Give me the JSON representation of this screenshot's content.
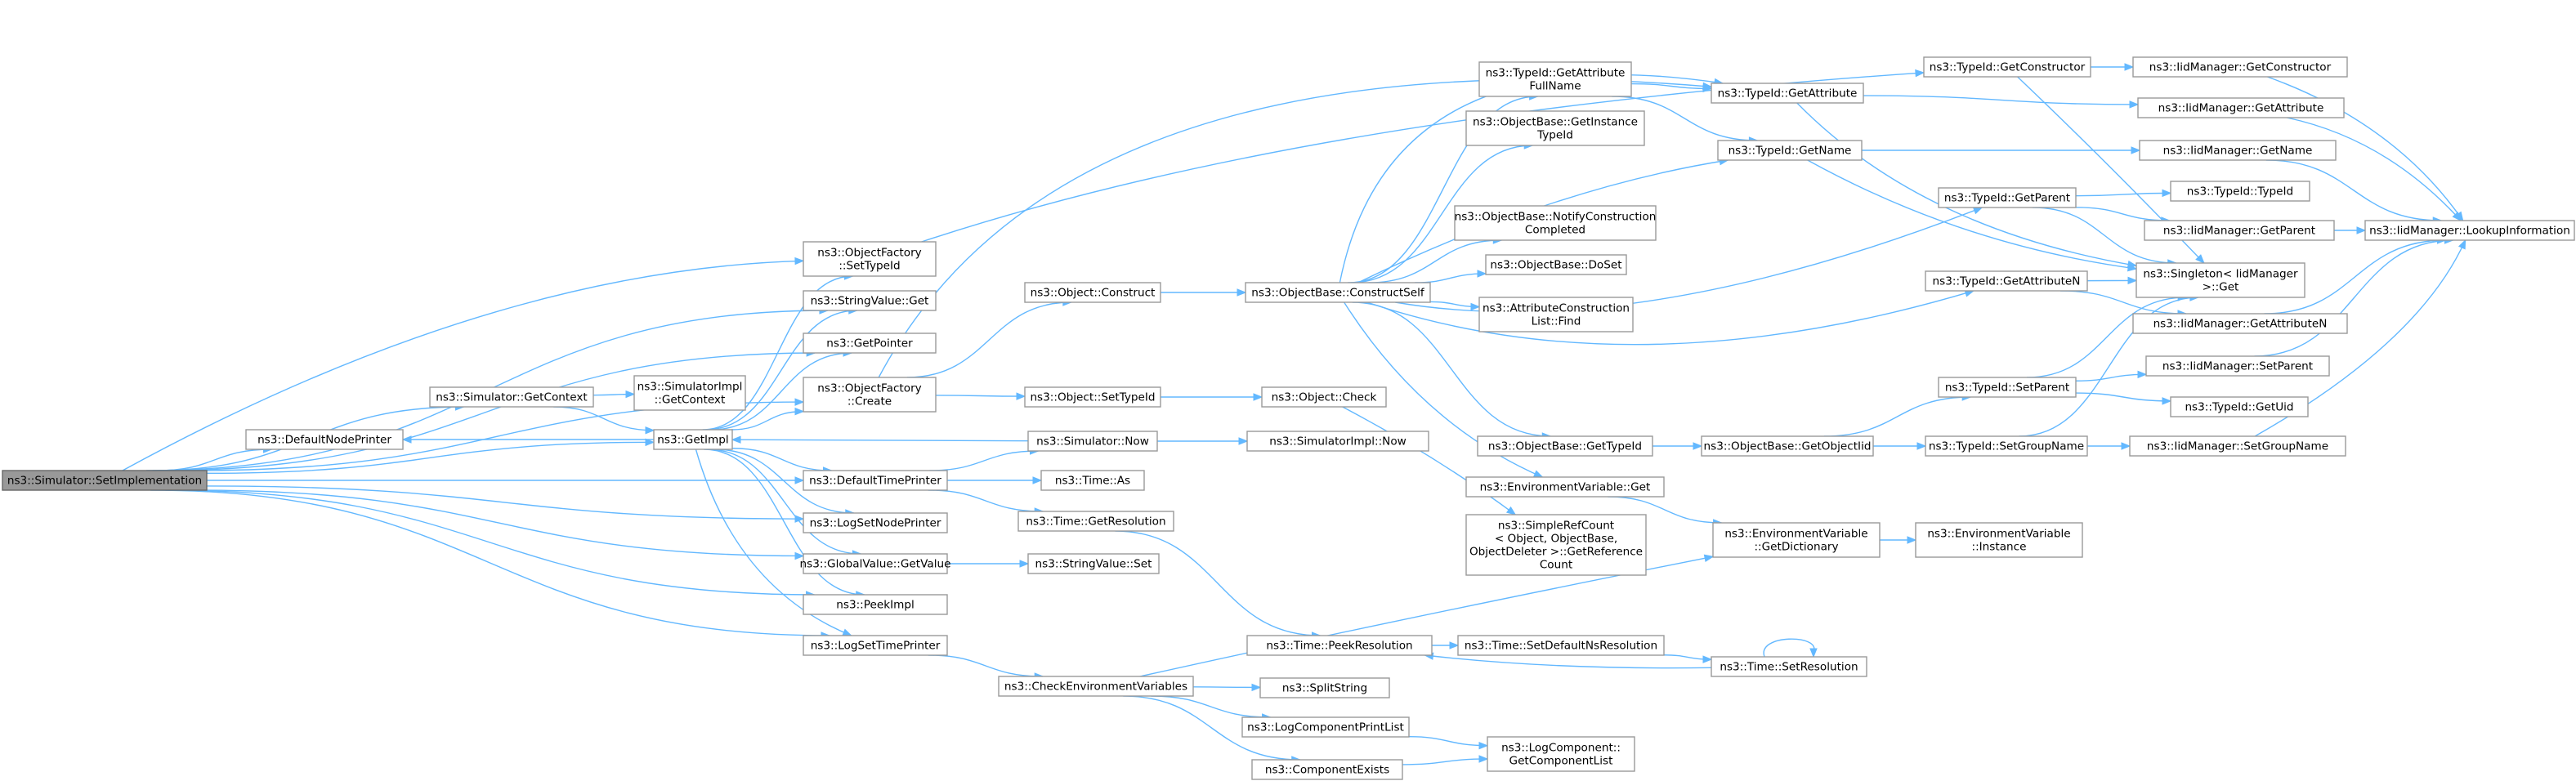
{
  "diagram": {
    "type": "call-graph",
    "colors": {
      "edge": "#63b8ff",
      "node_border": "#999999",
      "root_fill": "#999999",
      "node_fill": "#ffffff",
      "text": "#000000"
    },
    "nodes": [
      {
        "id": "setimpl",
        "lines": [
          "ns3::Simulator::SetImplementation"
        ],
        "root": true
      },
      {
        "id": "defnodeprinter",
        "lines": [
          "ns3::DefaultNodePrinter"
        ]
      },
      {
        "id": "getcontext",
        "lines": [
          "ns3::Simulator::GetContext"
        ]
      },
      {
        "id": "simimpl_getcontext",
        "lines": [
          "ns3::SimulatorImpl",
          "::GetContext"
        ]
      },
      {
        "id": "getimpl",
        "lines": [
          "ns3::GetImpl"
        ]
      },
      {
        "id": "of_settypeid",
        "lines": [
          "ns3::ObjectFactory",
          "::SetTypeId"
        ]
      },
      {
        "id": "stringvalue_get",
        "lines": [
          "ns3::StringValue::Get"
        ]
      },
      {
        "id": "getpointer",
        "lines": [
          "ns3::GetPointer"
        ]
      },
      {
        "id": "of_create",
        "lines": [
          "ns3::ObjectFactory",
          "::Create"
        ]
      },
      {
        "id": "deftimeprinter",
        "lines": [
          "ns3::DefaultTimePrinter"
        ]
      },
      {
        "id": "logsetnodeprinter",
        "lines": [
          "ns3::LogSetNodePrinter"
        ]
      },
      {
        "id": "gv_getvalue",
        "lines": [
          "ns3::GlobalValue::GetValue"
        ]
      },
      {
        "id": "peekimpl",
        "lines": [
          "ns3::PeekImpl"
        ]
      },
      {
        "id": "logsettimeprinter",
        "lines": [
          "ns3::LogSetTimePrinter"
        ]
      },
      {
        "id": "obj_construct",
        "lines": [
          "ns3::Object::Construct"
        ]
      },
      {
        "id": "obj_settypeid",
        "lines": [
          "ns3::Object::SetTypeId"
        ]
      },
      {
        "id": "sim_now",
        "lines": [
          "ns3::Simulator::Now"
        ]
      },
      {
        "id": "time_as",
        "lines": [
          "ns3::Time::As"
        ]
      },
      {
        "id": "time_getres",
        "lines": [
          "ns3::Time::GetResolution"
        ]
      },
      {
        "id": "sv_set",
        "lines": [
          "ns3::StringValue::Set"
        ]
      },
      {
        "id": "checkenv",
        "lines": [
          "ns3::CheckEnvironmentVariables"
        ]
      },
      {
        "id": "ob_constructself",
        "lines": [
          "ns3::ObjectBase::ConstructSelf"
        ]
      },
      {
        "id": "obj_check",
        "lines": [
          "ns3::Object::Check"
        ]
      },
      {
        "id": "simimpl_now",
        "lines": [
          "ns3::SimulatorImpl::Now"
        ]
      },
      {
        "id": "splitstring",
        "lines": [
          "ns3::SplitString"
        ]
      },
      {
        "id": "logcompprintlist",
        "lines": [
          "ns3::LogComponentPrintList"
        ]
      },
      {
        "id": "compexists",
        "lines": [
          "ns3::ComponentExists"
        ]
      },
      {
        "id": "time_peekres",
        "lines": [
          "ns3::Time::PeekResolution"
        ]
      },
      {
        "id": "tid_getattrfull",
        "lines": [
          "ns3::TypeId::GetAttribute",
          "FullName"
        ]
      },
      {
        "id": "ob_getinsttypeid",
        "lines": [
          "ns3::ObjectBase::GetInstance",
          "TypeId"
        ]
      },
      {
        "id": "ob_notify",
        "lines": [
          "ns3::ObjectBase::NotifyConstruction",
          "Completed"
        ]
      },
      {
        "id": "ob_doset",
        "lines": [
          "ns3::ObjectBase::DoSet"
        ]
      },
      {
        "id": "acl_find",
        "lines": [
          "ns3::AttributeConstruction",
          "List::Find"
        ]
      },
      {
        "id": "ob_gettypeid",
        "lines": [
          "ns3::ObjectBase::GetTypeId"
        ]
      },
      {
        "id": "envvar_get",
        "lines": [
          "ns3::EnvironmentVariable::Get"
        ]
      },
      {
        "id": "simplerefcount",
        "lines": [
          "ns3::SimpleRefCount",
          "< Object, ObjectBase,",
          "ObjectDeleter >::GetReference",
          "Count"
        ]
      },
      {
        "id": "time_setdefres",
        "lines": [
          "ns3::Time::SetDefaultNsResolution"
        ]
      },
      {
        "id": "logcomp_getlist",
        "lines": [
          "ns3::LogComponent::",
          "GetComponentList"
        ]
      },
      {
        "id": "tid_getattr",
        "lines": [
          "ns3::TypeId::GetAttribute"
        ]
      },
      {
        "id": "tid_getname",
        "lines": [
          "ns3::TypeId::GetName"
        ]
      },
      {
        "id": "ob_getobjectiid",
        "lines": [
          "ns3::ObjectBase::GetObjectIid"
        ]
      },
      {
        "id": "envvar_getdict",
        "lines": [
          "ns3::EnvironmentVariable",
          "::GetDictionary"
        ]
      },
      {
        "id": "time_setres",
        "lines": [
          "ns3::Time::SetResolution"
        ]
      },
      {
        "id": "tid_getctor",
        "lines": [
          "ns3::TypeId::GetConstructor"
        ]
      },
      {
        "id": "tid_getparent",
        "lines": [
          "ns3::TypeId::GetParent"
        ]
      },
      {
        "id": "tid_getattrn",
        "lines": [
          "ns3::TypeId::GetAttributeN"
        ]
      },
      {
        "id": "tid_setparent",
        "lines": [
          "ns3::TypeId::SetParent"
        ]
      },
      {
        "id": "tid_setgroupname",
        "lines": [
          "ns3::TypeId::SetGroupName"
        ]
      },
      {
        "id": "envvar_instance",
        "lines": [
          "ns3::EnvironmentVariable",
          "::Instance"
        ]
      },
      {
        "id": "iid_getctor",
        "lines": [
          "ns3::IidManager::GetConstructor"
        ]
      },
      {
        "id": "iid_getattr",
        "lines": [
          "ns3::IidManager::GetAttribute"
        ]
      },
      {
        "id": "iid_getname",
        "lines": [
          "ns3::IidManager::GetName"
        ]
      },
      {
        "id": "tid_typeid",
        "lines": [
          "ns3::TypeId::TypeId"
        ]
      },
      {
        "id": "iid_getparent",
        "lines": [
          "ns3::IidManager::GetParent"
        ]
      },
      {
        "id": "singleton_get",
        "lines": [
          "ns3::Singleton< IidManager",
          " >::Get"
        ]
      },
      {
        "id": "iid_getattrn",
        "lines": [
          "ns3::IidManager::GetAttributeN"
        ]
      },
      {
        "id": "iid_setparent",
        "lines": [
          "ns3::IidManager::SetParent"
        ]
      },
      {
        "id": "tid_getuid",
        "lines": [
          "ns3::TypeId::GetUid"
        ]
      },
      {
        "id": "iid_setgroupname",
        "lines": [
          "ns3::IidManager::SetGroupName"
        ]
      },
      {
        "id": "iid_lookupinfo",
        "lines": [
          "ns3::IidManager::LookupInformation"
        ]
      }
    ],
    "edges": [
      [
        "setimpl",
        "defnodeprinter"
      ],
      [
        "setimpl",
        "getcontext"
      ],
      [
        "setimpl",
        "getimpl"
      ],
      [
        "setimpl",
        "of_settypeid"
      ],
      [
        "setimpl",
        "stringvalue_get"
      ],
      [
        "setimpl",
        "getpointer"
      ],
      [
        "setimpl",
        "of_create"
      ],
      [
        "setimpl",
        "deftimeprinter"
      ],
      [
        "setimpl",
        "logsetnodeprinter"
      ],
      [
        "setimpl",
        "gv_getvalue"
      ],
      [
        "setimpl",
        "peekimpl"
      ],
      [
        "setimpl",
        "logsettimeprinter"
      ],
      [
        "getcontext",
        "simimpl_getcontext"
      ],
      [
        "getcontext",
        "getimpl"
      ],
      [
        "getimpl",
        "defnodeprinter"
      ],
      [
        "getimpl",
        "of_settypeid"
      ],
      [
        "getimpl",
        "stringvalue_get"
      ],
      [
        "getimpl",
        "getpointer"
      ],
      [
        "getimpl",
        "of_create"
      ],
      [
        "getimpl",
        "deftimeprinter"
      ],
      [
        "getimpl",
        "logsetnodeprinter"
      ],
      [
        "getimpl",
        "gv_getvalue"
      ],
      [
        "getimpl",
        "peekimpl"
      ],
      [
        "getimpl",
        "logsettimeprinter"
      ],
      [
        "sim_now",
        "getimpl"
      ],
      [
        "sim_now",
        "simimpl_now"
      ],
      [
        "of_settypeid",
        "tid_getctor"
      ],
      [
        "of_create",
        "obj_construct"
      ],
      [
        "of_create",
        "obj_settypeid"
      ],
      [
        "of_create",
        "tid_getattr"
      ],
      [
        "deftimeprinter",
        "sim_now"
      ],
      [
        "deftimeprinter",
        "time_as"
      ],
      [
        "deftimeprinter",
        "time_getres"
      ],
      [
        "gv_getvalue",
        "sv_set"
      ],
      [
        "logsettimeprinter",
        "checkenv"
      ],
      [
        "obj_construct",
        "ob_constructself"
      ],
      [
        "obj_settypeid",
        "obj_check"
      ],
      [
        "obj_check",
        "simplerefcount"
      ],
      [
        "time_getres",
        "time_peekres"
      ],
      [
        "checkenv",
        "envvar_getdict"
      ],
      [
        "checkenv",
        "splitstring"
      ],
      [
        "checkenv",
        "logcompprintlist"
      ],
      [
        "checkenv",
        "compexists"
      ],
      [
        "logcompprintlist",
        "logcomp_getlist"
      ],
      [
        "compexists",
        "logcomp_getlist"
      ],
      [
        "ob_constructself",
        "tid_getattrfull"
      ],
      [
        "ob_constructself",
        "ob_getinsttypeid"
      ],
      [
        "ob_constructself",
        "ob_notify"
      ],
      [
        "ob_constructself",
        "ob_doset"
      ],
      [
        "ob_constructself",
        "acl_find"
      ],
      [
        "ob_constructself",
        "ob_gettypeid"
      ],
      [
        "ob_constructself",
        "envvar_get"
      ],
      [
        "ob_constructself",
        "tid_getattr"
      ],
      [
        "ob_constructself",
        "tid_getname"
      ],
      [
        "ob_constructself",
        "tid_getparent"
      ],
      [
        "ob_constructself",
        "tid_getattrn"
      ],
      [
        "tid_getattrfull",
        "tid_getattr"
      ],
      [
        "tid_getattrfull",
        "tid_getname"
      ],
      [
        "ob_gettypeid",
        "ob_getobjectiid"
      ],
      [
        "envvar_get",
        "envvar_getdict"
      ],
      [
        "envvar_getdict",
        "envvar_instance"
      ],
      [
        "time_peekres",
        "time_setdefres"
      ],
      [
        "time_setdefres",
        "time_setres"
      ],
      [
        "time_setres",
        "time_peekres"
      ],
      [
        "time_setres",
        "time_setres"
      ],
      [
        "tid_getattr",
        "iid_getattr"
      ],
      [
        "tid_getattr",
        "singleton_get"
      ],
      [
        "tid_getname",
        "iid_getname"
      ],
      [
        "tid_getname",
        "singleton_get"
      ],
      [
        "ob_getobjectiid",
        "tid_setparent"
      ],
      [
        "ob_getobjectiid",
        "tid_setgroupname"
      ],
      [
        "tid_getctor",
        "iid_getctor"
      ],
      [
        "tid_getctor",
        "singleton_get"
      ],
      [
        "tid_getparent",
        "tid_typeid"
      ],
      [
        "tid_getparent",
        "iid_getparent"
      ],
      [
        "tid_getparent",
        "singleton_get"
      ],
      [
        "tid_getattrn",
        "iid_getattrn"
      ],
      [
        "tid_getattrn",
        "singleton_get"
      ],
      [
        "tid_setparent",
        "iid_setparent"
      ],
      [
        "tid_setparent",
        "tid_getuid"
      ],
      [
        "tid_setparent",
        "singleton_get"
      ],
      [
        "tid_setgroupname",
        "iid_setgroupname"
      ],
      [
        "tid_setgroupname",
        "singleton_get"
      ],
      [
        "iid_getctor",
        "iid_lookupinfo"
      ],
      [
        "iid_getattr",
        "iid_lookupinfo"
      ],
      [
        "iid_getname",
        "iid_lookupinfo"
      ],
      [
        "iid_getparent",
        "iid_lookupinfo"
      ],
      [
        "iid_getattrn",
        "iid_lookupinfo"
      ],
      [
        "iid_setparent",
        "iid_lookupinfo"
      ],
      [
        "iid_setgroupname",
        "iid_lookupinfo"
      ]
    ]
  }
}
